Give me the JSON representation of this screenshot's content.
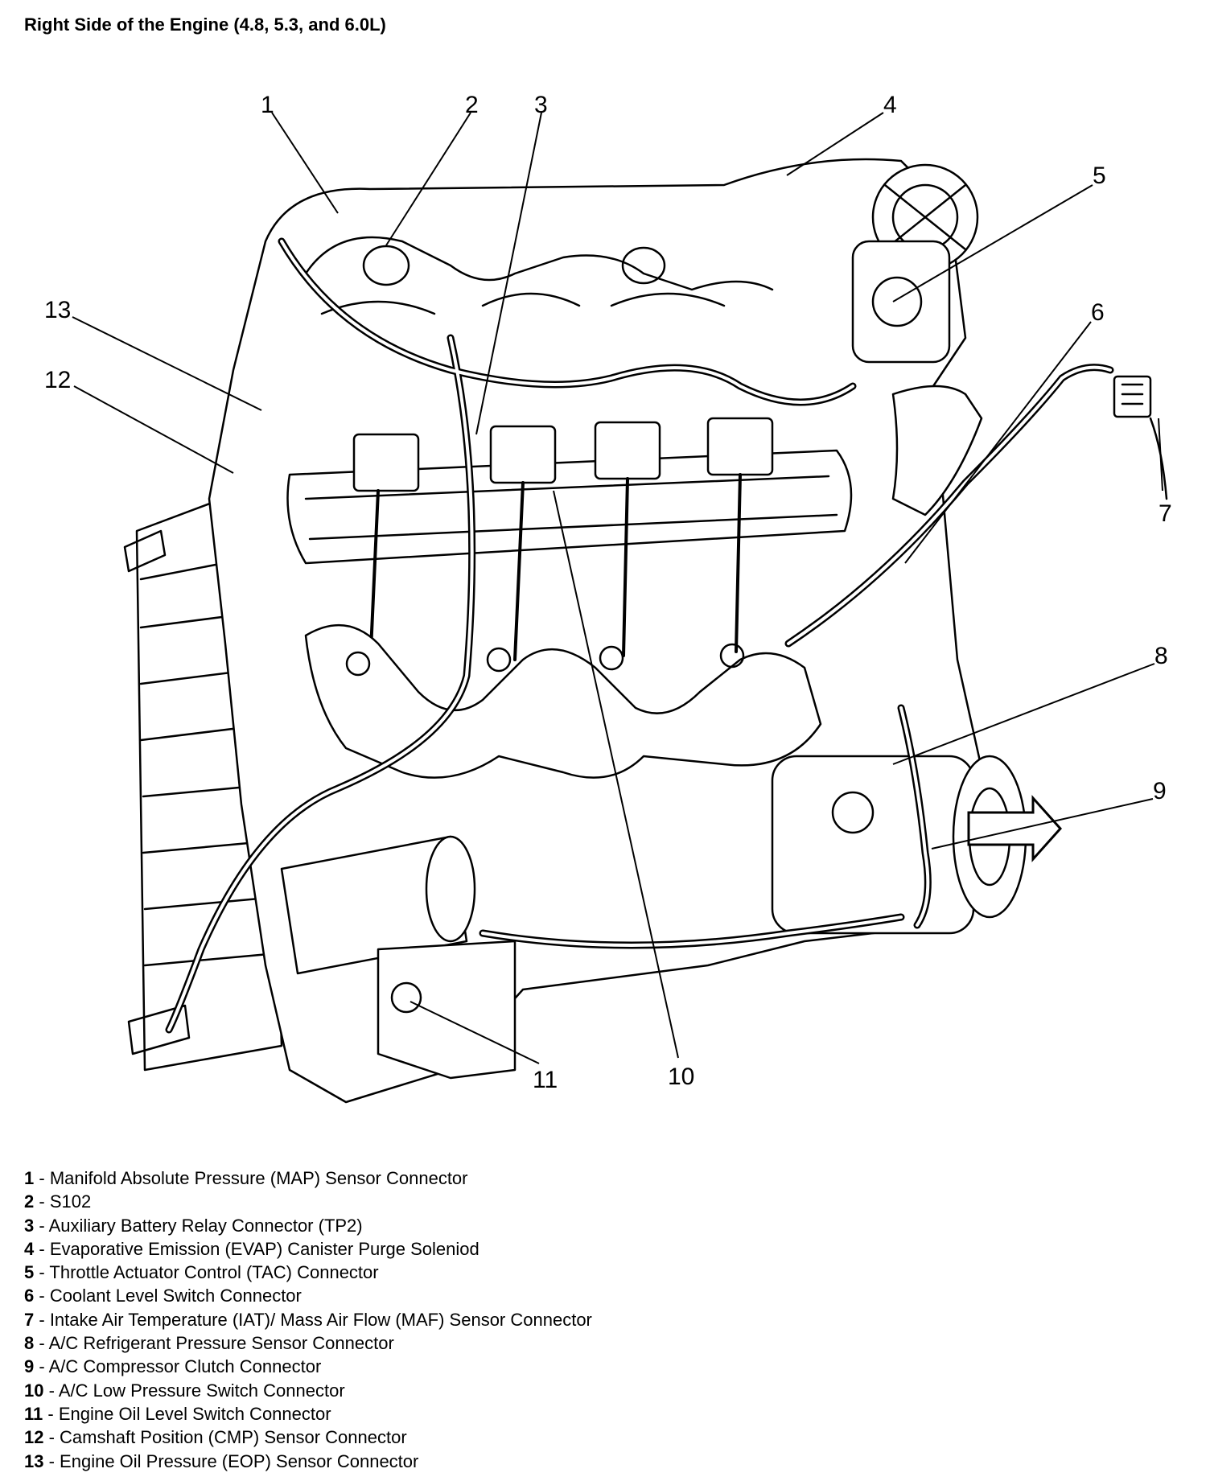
{
  "title": "Right Side of the Engine (4.8, 5.3, and 6.0L)",
  "callouts": [
    {
      "number": "1"
    },
    {
      "number": "2"
    },
    {
      "number": "3"
    },
    {
      "number": "4"
    },
    {
      "number": "5"
    },
    {
      "number": "6"
    },
    {
      "number": "7"
    },
    {
      "number": "8"
    },
    {
      "number": "9"
    },
    {
      "number": "10"
    },
    {
      "number": "11"
    },
    {
      "number": "12"
    },
    {
      "number": "13"
    }
  ],
  "legend": [
    {
      "number": "1",
      "text": "Manifold Absolute Pressure (MAP) Sensor Connector"
    },
    {
      "number": "2",
      "text": "S102"
    },
    {
      "number": "3",
      "text": "Auxiliary Battery Relay Connector (TP2)"
    },
    {
      "number": "4",
      "text": "Evaporative Emission (EVAP) Canister Purge Soleniod"
    },
    {
      "number": "5",
      "text": "Throttle Actuator Control (TAC) Connector"
    },
    {
      "number": "6",
      "text": "Coolant Level Switch Connector"
    },
    {
      "number": "7",
      "text": "Intake Air Temperature (IAT)/ Mass Air Flow (MAF) Sensor Connector"
    },
    {
      "number": "8",
      "text": "A/C Refrigerant Pressure Sensor Connector"
    },
    {
      "number": "9",
      "text": "A/C Compressor Clutch Connector"
    },
    {
      "number": "10",
      "text": "A/C Low Pressure Switch Connector"
    },
    {
      "number": "11",
      "text": "Engine Oil Level Switch Connector"
    },
    {
      "number": "12",
      "text": "Camshaft Position (CMP) Sensor Connector"
    },
    {
      "number": "13",
      "text": "Engine Oil Pressure (EOP) Sensor Connector"
    }
  ]
}
